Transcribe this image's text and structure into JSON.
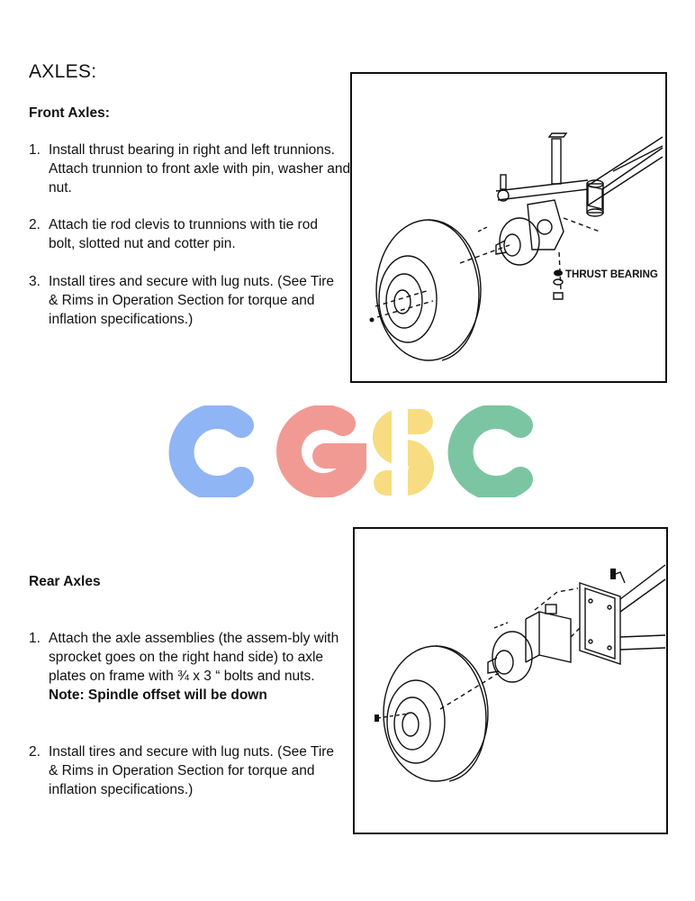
{
  "page": {
    "title": "AXLES:",
    "front": {
      "heading": "Front Axles:",
      "steps": [
        {
          "num": "1.",
          "text": "Install thrust bearing in right and left trunnions.  Attach trunnion to front axle with pin, washer and nut."
        },
        {
          "num": "2.",
          "text": "Attach tie rod clevis to trunnions with tie rod bolt, slotted nut and cotter pin."
        },
        {
          "num": "3.",
          "text": "Install tires and secure with lug nuts. (See Tire & Rims in Operation Section for torque and inflation specifications.)"
        }
      ],
      "figure_label": "THRUST BEARING"
    },
    "watermark": {
      "text": "CGSC",
      "colors": [
        "#8fb5f5",
        "#f19a94",
        "#f7dc82",
        "#7cc5a3"
      ]
    },
    "rear": {
      "heading": "Rear Axles",
      "steps": [
        {
          "num": "1.",
          "text": "Attach the axle assemblies (the assem-bly with sprocket goes on the right hand side) to axle plates on frame with  ¾ x 3 “ bolts and nuts.",
          "note": "Note: Spindle offset will be down"
        },
        {
          "num": "2.",
          "text": "Install tires and secure with lug nuts. (See Tire & Rims in Operation Section for torque and inflation specifications.)"
        }
      ]
    }
  }
}
